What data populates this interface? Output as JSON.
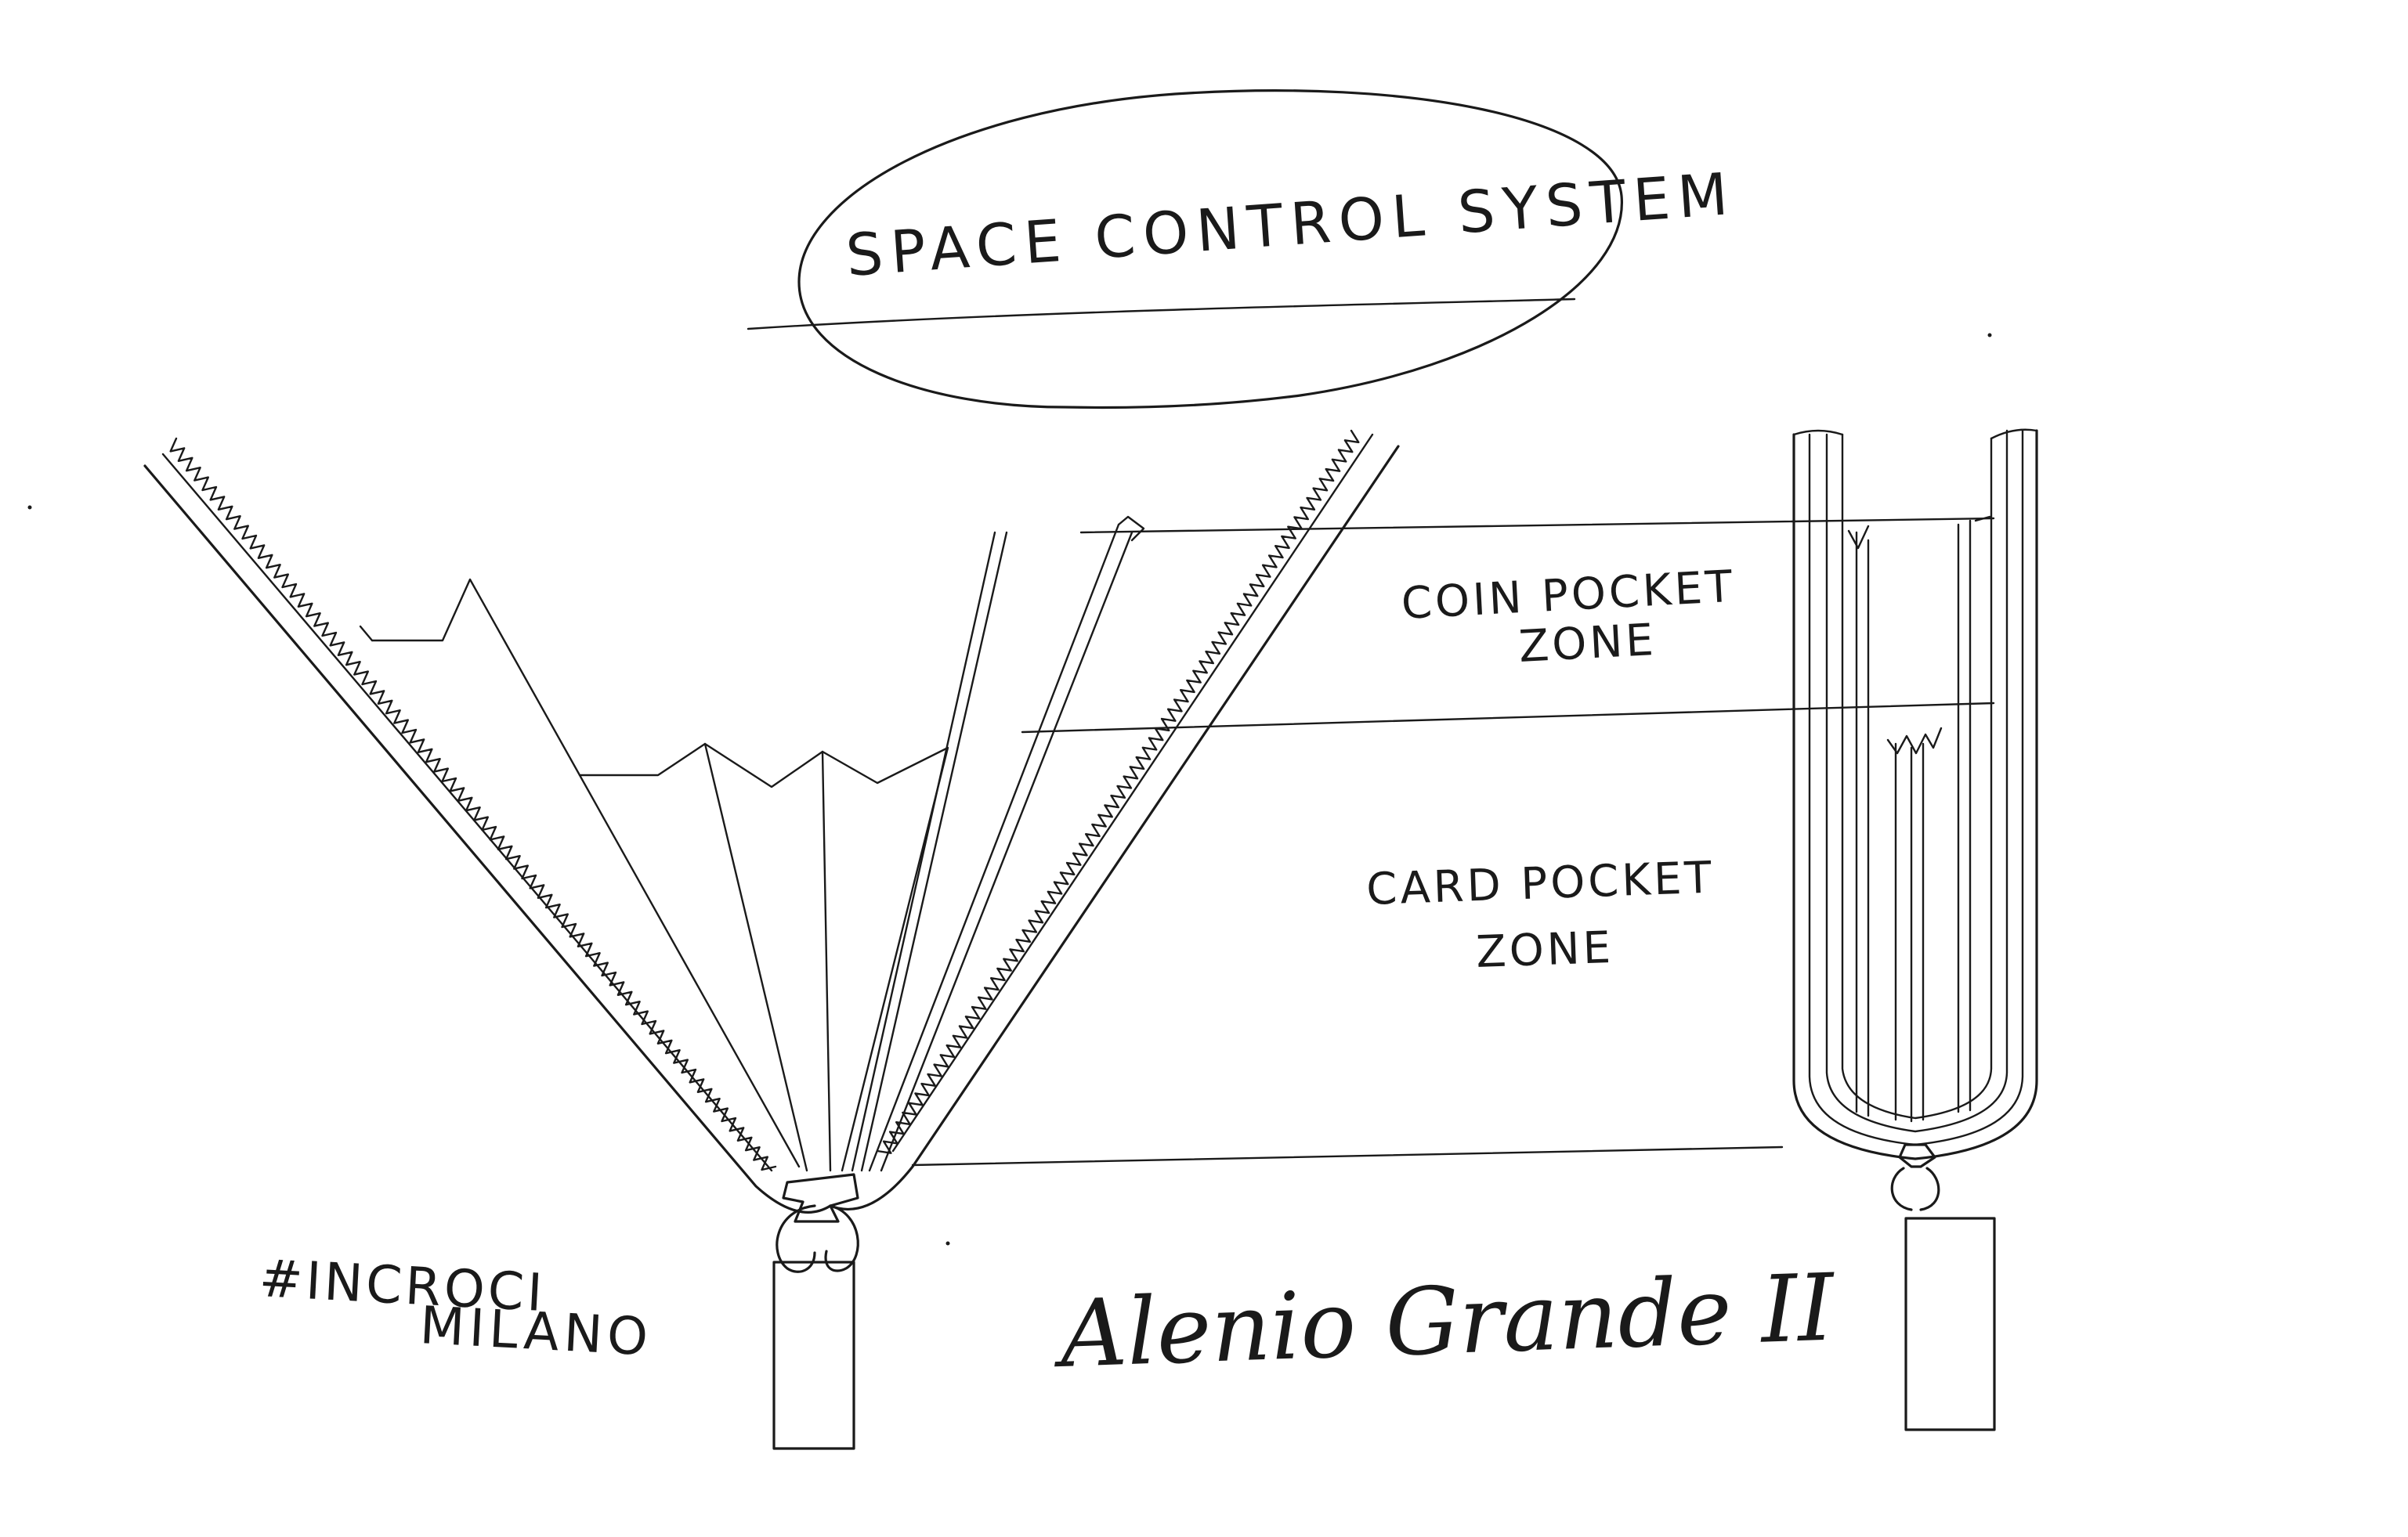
{
  "title": "SPACE CONTROL SYSTEM",
  "labels": {
    "coin_zone_line1": "COIN POCKET",
    "coin_zone_line2": "ZONE",
    "card_zone_line1": "CARD POCKET",
    "card_zone_line2": "ZONE"
  },
  "brand": {
    "line1": "#INCROCI",
    "line2": "MILANO"
  },
  "signature": "Alenio Grande II"
}
